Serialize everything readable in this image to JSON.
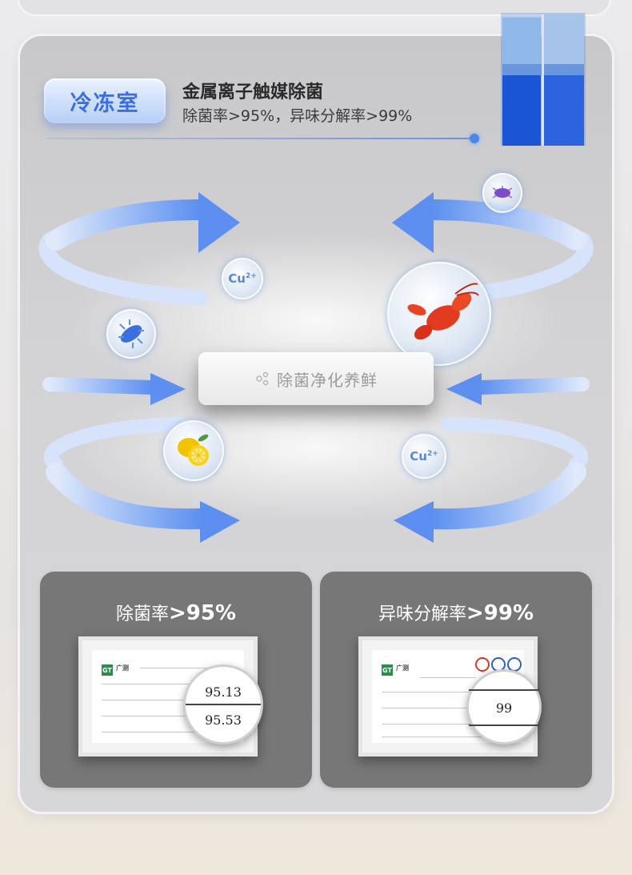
{
  "header": {
    "badge_label": "冷冻室",
    "title": "金属离子触媒除菌",
    "subtitle": "除菌率>95%，异味分解率>99%"
  },
  "center": {
    "label": "除菌净化养鲜",
    "icon": "sparkle-icon"
  },
  "bubbles": {
    "cu_label": "Cu",
    "cu_superscript": "2+"
  },
  "cards": [
    {
      "title_prefix": "除菌率",
      "title_value": ">95%",
      "logo_mark": "GT",
      "logo_text": "广测",
      "readings": [
        "95.13",
        "95.53"
      ]
    },
    {
      "title_prefix": "异味分解率",
      "title_value": ">99%",
      "logo_mark": "GT",
      "logo_text": "广测",
      "readings": [
        "99"
      ]
    }
  ],
  "colors": {
    "accent_blue": "#3a6fe1",
    "arrow_blue": "#6f9df0",
    "card_gray": "#777778"
  }
}
